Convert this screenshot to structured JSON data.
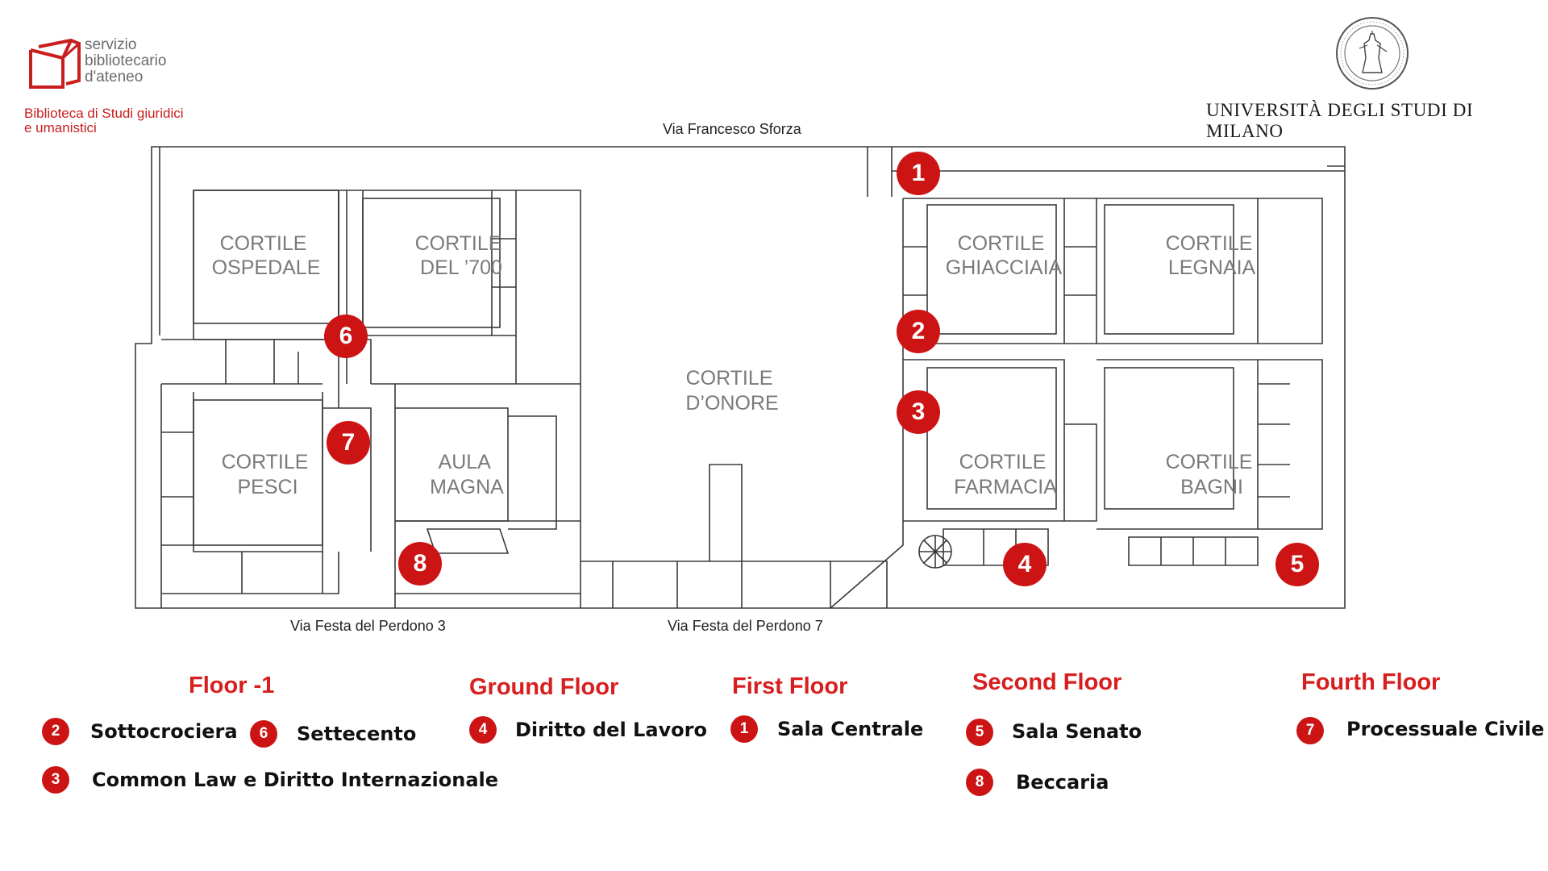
{
  "header": {
    "library_logo_text": [
      "servizio",
      "bibliotecario",
      "d'ateneo"
    ],
    "library_subtitle": [
      "Biblioteca di Studi giuridici",
      "e umanistici"
    ],
    "university_name": "UNIVERSITÀ DEGLI STUDI DI MILANO"
  },
  "streets": {
    "north": "Via Francesco Sforza",
    "south_left": "Via Festa del Perdono 3",
    "south_right": "Via Festa del Perdono 7"
  },
  "courtyards": {
    "ospedale": [
      "CORTILE",
      "OSPEDALE"
    ],
    "settecento": [
      "CORTILE",
      "DEL ’700"
    ],
    "onore": [
      "CORTILE",
      "D’ONORE"
    ],
    "ghiacciaia": [
      "CORTILE",
      "GHIACCIAIA"
    ],
    "legnaia": [
      "CORTILE",
      "LEGNAIA"
    ],
    "pesci": [
      "CORTILE",
      "PESCI"
    ],
    "aula_magna": [
      "AULA",
      "MAGNA"
    ],
    "farmacia": [
      "CORTILE",
      "FARMACIA"
    ],
    "bagni": [
      "CORTILE",
      "BAGNI"
    ]
  },
  "markers": {
    "m1": "1",
    "m2": "2",
    "m3": "3",
    "m4": "4",
    "m5": "5",
    "m6": "6",
    "m7": "7",
    "m8": "8"
  },
  "legend": {
    "floor_minus1": {
      "title": "Floor -1",
      "items": [
        {
          "num": "2",
          "label": "Sottocrociera"
        },
        {
          "num": "6",
          "label": "Settecento"
        },
        {
          "num": "3",
          "label": "Common Law e Diritto Internazionale"
        }
      ]
    },
    "ground": {
      "title": "Ground Floor",
      "items": [
        {
          "num": "4",
          "label": "Diritto del Lavoro"
        }
      ]
    },
    "first": {
      "title": "First Floor",
      "items": [
        {
          "num": "1",
          "label": "Sala Centrale"
        }
      ]
    },
    "second": {
      "title": "Second Floor",
      "items": [
        {
          "num": "5",
          "label": "Sala Senato"
        },
        {
          "num": "8",
          "label": "Beccaria"
        }
      ]
    },
    "fourth": {
      "title": "Fourth Floor",
      "items": [
        {
          "num": "7",
          "label": "Processuale Civile"
        }
      ]
    }
  },
  "colors": {
    "marker": "#cc1414",
    "floor_title": "#d81e1e",
    "courtyard_label": "#7a7a7a",
    "wall": "#3a3a3a"
  }
}
